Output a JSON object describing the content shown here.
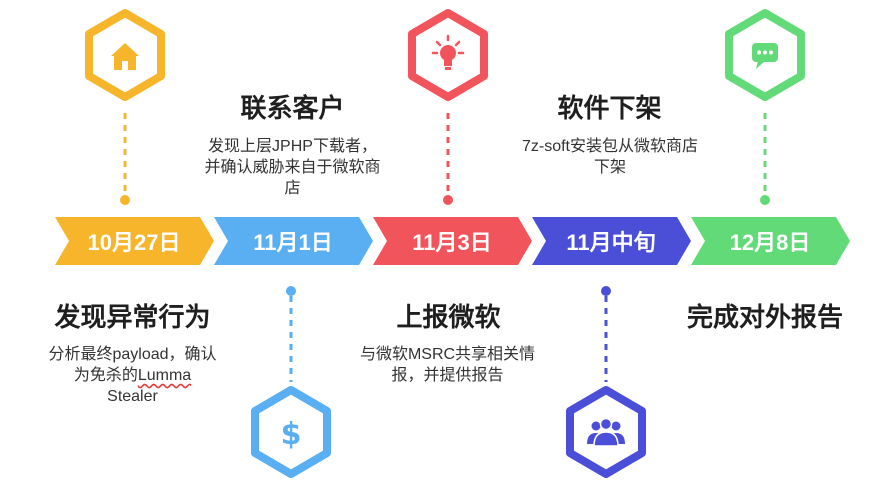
{
  "colors": {
    "yellow": "#F6B52A",
    "blue": "#5AAEF2",
    "red": "#F2545B",
    "indigo": "#4B4FD8",
    "green": "#62DA77"
  },
  "timeline": [
    {
      "date": "10月27日",
      "color": "#F6B52A",
      "icon": "home-icon",
      "title": "发现异常行为",
      "desc_line1": "分析最终payload，确认",
      "desc_line2_prefix": "为免杀的",
      "desc_line2_word": "Lumma",
      "desc_line3": "Stealer"
    },
    {
      "date": "11月1日",
      "color": "#5AAEF2",
      "icon": "dollar-icon",
      "title": "联系客户",
      "desc_line1": "发现上层JPHP下载者，",
      "desc_line2": "并确认威胁来自于微软商",
      "desc_line3": "店"
    },
    {
      "date": "11月3日",
      "color": "#F2545B",
      "icon": "lightbulb-icon",
      "title": "上报微软",
      "desc_line1": "与微软MSRC共享相关情",
      "desc_line2": "报，并提供报告"
    },
    {
      "date": "11月中旬",
      "color": "#4B4FD8",
      "icon": "users-icon",
      "title": "软件下架",
      "desc_line1": "7z-soft安装包从微软商店",
      "desc_line2": "下架"
    },
    {
      "date": "12月8日",
      "color": "#62DA77",
      "icon": "chat-icon",
      "title": "完成对外报告"
    }
  ]
}
